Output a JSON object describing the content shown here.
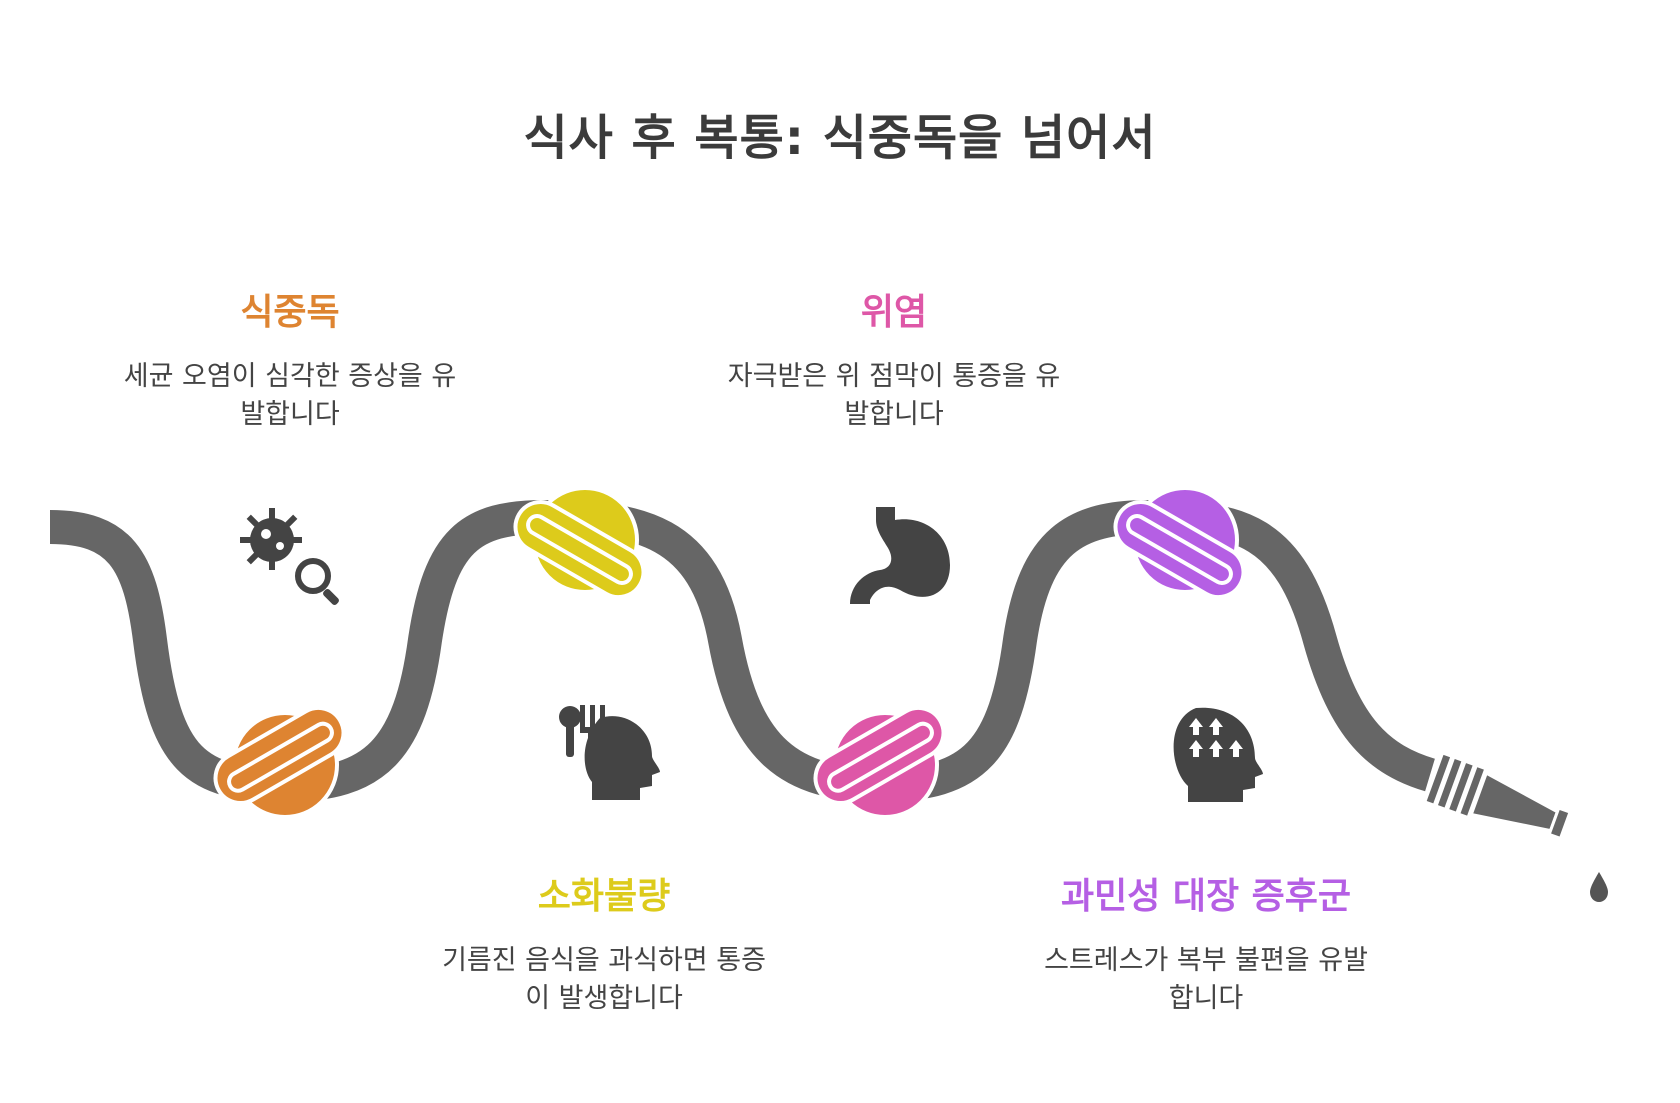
{
  "title": "식사 후 복통: 식중독을 넘어서",
  "colors": {
    "tube": "#666666",
    "icon": "#444444",
    "orange": "#DE8431",
    "yellow": "#DDCB1B",
    "pink": "#DE57A7",
    "purple": "#B55FE4"
  },
  "steps": [
    {
      "label": "식중독",
      "description": "세균 오염이 심각한 증상을 유발합니다",
      "color": "#DE8431",
      "icon": "bacteria-magnifier-icon"
    },
    {
      "label": "소화불량",
      "description": "기름진 음식을 과식하면 통증이 발생합니다",
      "color": "#DDCB1B",
      "icon": "head-fork-spoon-icon"
    },
    {
      "label": "위염",
      "description": "자극받은 위 점막이 통증을 유발합니다",
      "color": "#DE57A7",
      "icon": "stomach-icon"
    },
    {
      "label": "과민성 대장 증후군",
      "description": "스트레스가 복부 불편을 유발합니다",
      "color": "#B55FE4",
      "icon": "head-stress-arrows-icon"
    }
  ]
}
